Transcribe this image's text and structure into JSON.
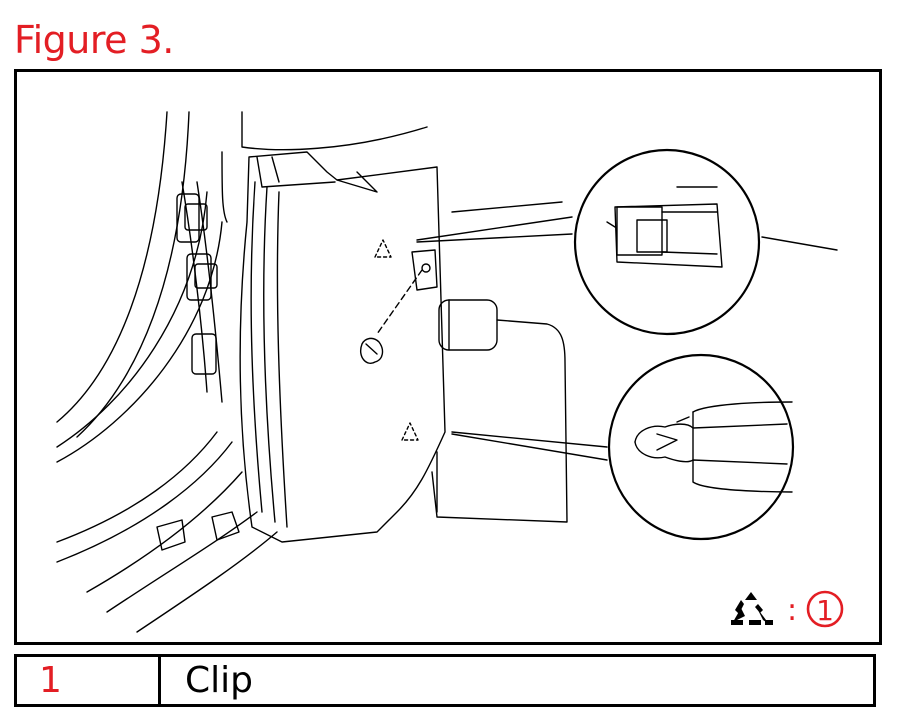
{
  "figure_title": "Figure 3.",
  "callout": {
    "separator": ":",
    "number": "1"
  },
  "legend": [
    {
      "number": "1",
      "description": "Clip"
    }
  ],
  "colors": {
    "accent_red": "#e31e24",
    "line": "#000000"
  }
}
